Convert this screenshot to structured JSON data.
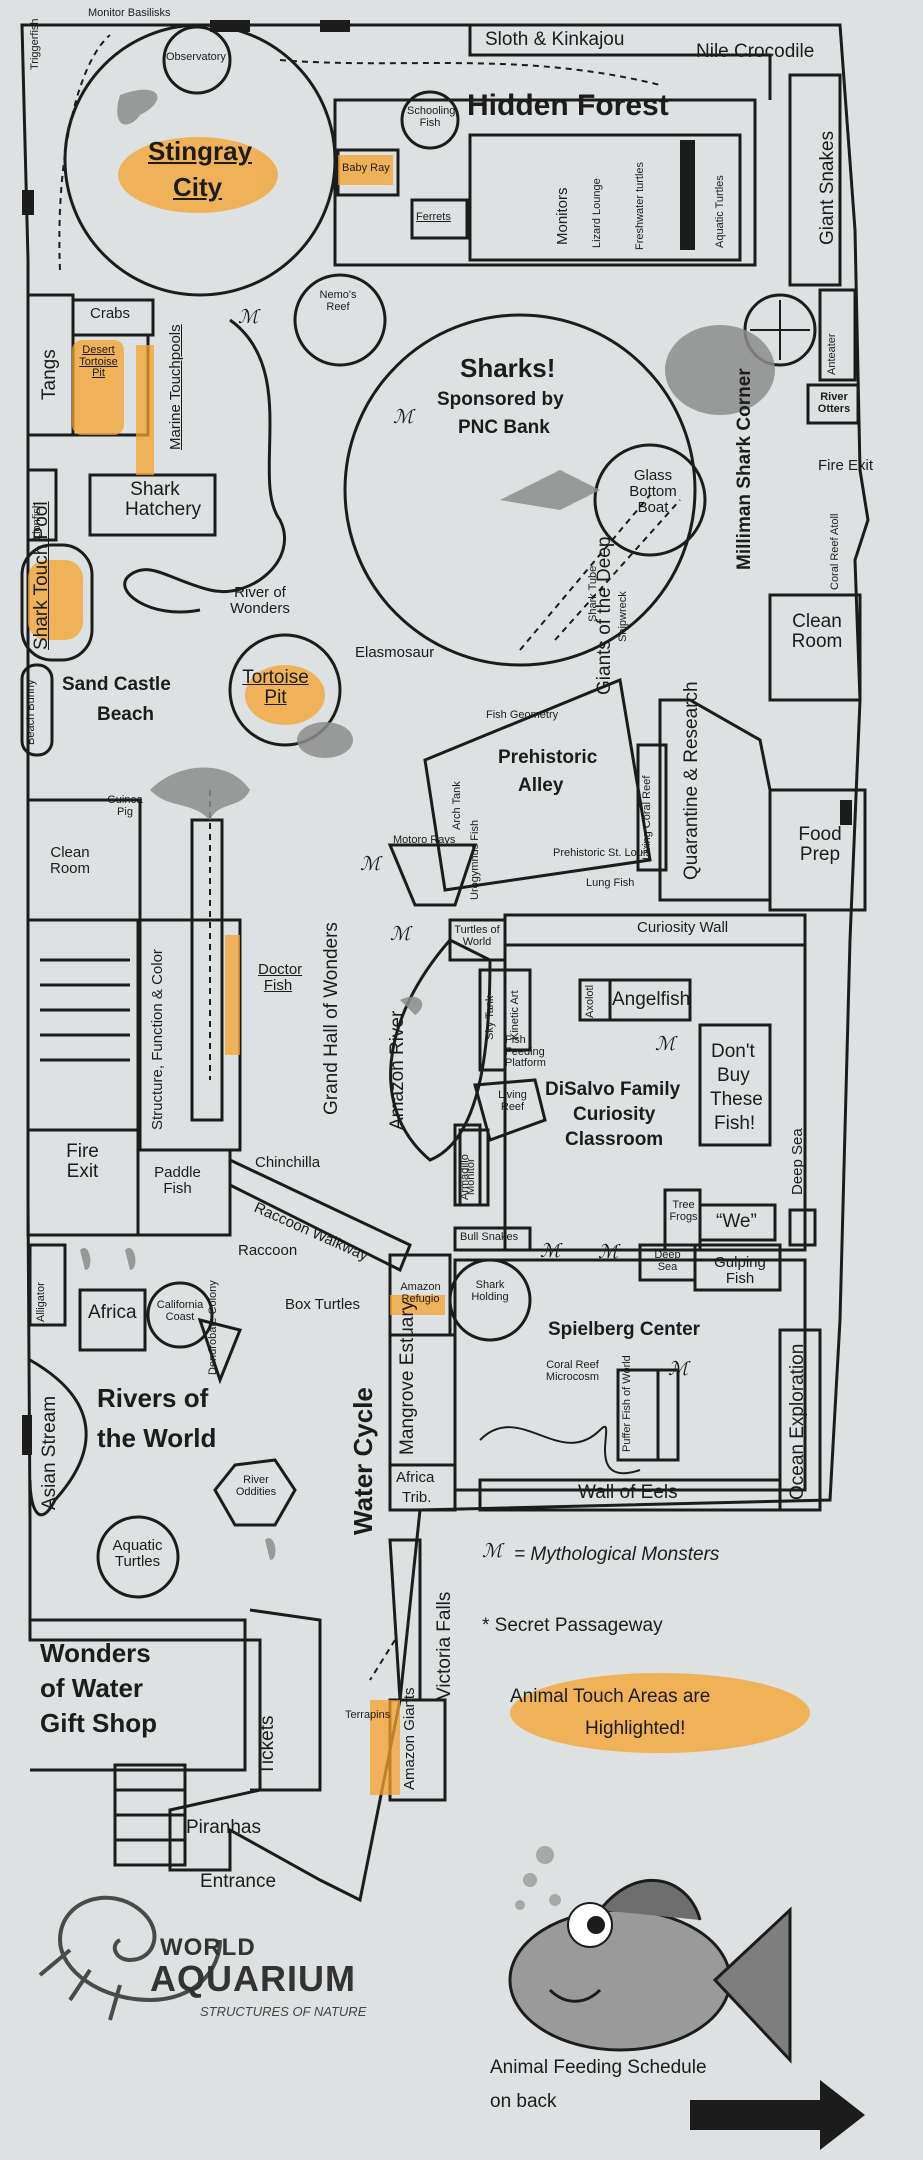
{
  "colors": {
    "paper": "#dde1e2",
    "line": "#1c1c1c",
    "highlight": "#f5a12b",
    "gray_shape": "#8c8c8c"
  },
  "map": {
    "monitor_basilisks": "Monitor Basilisks",
    "triggerfish": "Triggerfish",
    "sloth_kinkajou": "Sloth & Kinkajou",
    "nile_crocodile": "Nile Crocodile",
    "observatory": "Observatory",
    "stingray_city_1": "Stingray",
    "stingray_city_2": "City",
    "schooling_fish": "Schooling Fish",
    "hidden_forest": "Hidden Forest",
    "baby_ray": "Baby Ray",
    "ferrets": "Ferrets",
    "monitors": "Monitors",
    "lizard_lounge": "Lizard Lounge",
    "freshwater_turtles": "Freshwater turtles",
    "aquatic_turtles_top": "Aquatic Turtles",
    "giant_snakes": "Giant Snakes",
    "tangs": "Tangs",
    "crabs": "Crabs",
    "desert_tortoise_pit": "Desert Tortoise Pit",
    "marine_touchpools": "Marine Touchpools",
    "nemos_reef": "Nemo's Reef",
    "sharks": "Sharks!",
    "sponsored": "Sponsored by",
    "pnc_bank": "PNC Bank",
    "anteater": "Anteater",
    "river_otters": "River Otters",
    "fire_exit_right": "Fire Exit",
    "lionfish": "Lionfish",
    "shark_hatchery": "Shark Hatchery",
    "glass_bottom_boat": "Glass Bottom Boat",
    "milliman_shark_corner": "Milliman Shark Corner",
    "coral_reef_atoll": "Coral Reef Atoll",
    "shark_tube": "Shark Tube",
    "shipwreck": "Shipwreck",
    "shark_touch_pool": "Shark Touch Pool",
    "river_of_wonders": "River of Wonders",
    "elasmosaur": "Elasmosaur",
    "giants_of_the_deep": "Giants of the Deep",
    "clean_room_right": "Clean Room",
    "sand_castle_beach_1": "Sand Castle",
    "sand_castle_beach_2": "Beach",
    "beach_bunny": "Beach Bunny",
    "tortoise_pit": "Tortoise Pit",
    "fish_geometry": "Fish Geometry",
    "prehistoric_alley_1": "Prehistoric",
    "prehistoric_alley_2": "Alley",
    "arch_tank": "Arch Tank",
    "living_coral_reef": "Living Coral Reef",
    "quarantine_research": "Quarantine & Research",
    "food_prep": "Food Prep",
    "guinea_pig": "Guinea Pig",
    "clean_room_left": "Clean Room",
    "motoro_rays": "Motoro Rays",
    "urogymnus_fish": "Urogymnus Fish",
    "prehistoric_st_louis": "Prehistoric St. Louis",
    "lung_fish": "Lung Fish",
    "grand_hall": "Grand Hall of Wonders",
    "structure_function": "Structure, Function & Color",
    "doctor_fish": "Doctor Fish",
    "curiosity_wall": "Curiosity Wall",
    "turtles_of_world": "Turtles of World",
    "amazon_river": "Amazon River",
    "sky_tank": "Sky Tank",
    "kinetic_art": "Kinetic Art",
    "axolotl": "Axolotl",
    "angelfish": "Angelfish",
    "fish_feeding_platform": "Fish Feeding Platform",
    "living_reef": "Living Reef",
    "disalvo_1": "DiSalvo Family",
    "disalvo_2": "Curiosity",
    "disalvo_3": "Classroom",
    "dont_buy_1": "Don't",
    "dont_buy_2": "Buy",
    "dont_buy_3": "These",
    "dont_buy_4": "Fish!",
    "fire_exit_left": "Fire Exit",
    "paddle_fish": "Paddle Fish",
    "chinchilla": "Chinchilla",
    "armadillo": "Armadillo",
    "monitor_mid": "Monitor",
    "deep_sea_vert": "Deep Sea",
    "raccoon_walkway": "Raccoon Walkway",
    "raccoon": "Raccoon",
    "tree_frogs": "Tree Frogs",
    "we": "“We”",
    "bull_snakes": "Bull Snakes",
    "deep_sea_small": "Deep Sea",
    "gulping_fish": "Gulping Fish",
    "alligator": "Alligator",
    "africa": "Africa",
    "california_coast": "California Coast",
    "dendrobate_colony": "Dendrobate Colony",
    "box_turtles": "Box Turtles",
    "amazon_refugio": "Amazon Refugio",
    "shark_holding": "Shark Holding",
    "spielberg_center": "Spielberg Center",
    "coral_reef_microcosm": "Coral Reef Microcosm",
    "puffer_fish": "Puffer Fish of World",
    "ocean_exploration": "Ocean Exploration",
    "asian_stream": "Asian Stream",
    "rivers_world_1": "Rivers of",
    "rivers_world_2": "the World",
    "water_cycle": "Water Cycle",
    "mangrove_estuary": "Mangrove Estuary",
    "river_oddities": "River Oddities",
    "africa_trib_1": "Africa",
    "africa_trib_2": "Trib.",
    "wall_of_eels": "Wall of Eels",
    "aquatic_turtles": "Aquatic Turtles",
    "victoria_falls": "Victoria Falls",
    "gift_shop_1": "Wonders",
    "gift_shop_2": "of Water",
    "gift_shop_3": "Gift Shop",
    "tickets": "Tickets",
    "terrapins": "Terrapins",
    "amazon_giants": "Amazon Giants",
    "piranhas": "Piranhas",
    "entrance": "Entrance",
    "m_symbol": "ℳ"
  },
  "legend": {
    "m_symbol": "ℳ",
    "mythological": "= Mythological Monsters",
    "secret": "* Secret Passageway",
    "touch_1": "Animal Touch Areas are",
    "touch_2": "Highlighted!"
  },
  "logo": {
    "line1": "WORLD",
    "line2": "AQUARIUM",
    "tagline": "STRUCTURES OF NATURE"
  },
  "footer": {
    "feeding_1": "Animal Feeding Schedule",
    "feeding_2": "on back"
  }
}
